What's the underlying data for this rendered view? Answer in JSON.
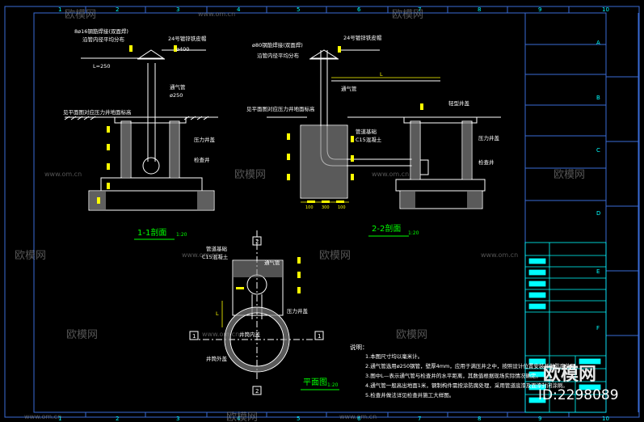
{
  "colors": {
    "background": "#000000",
    "frame": "#3a6bd6",
    "wall": "#ffffff",
    "dim": "#ffff00",
    "title": "#00ff00",
    "table": "#00ffff"
  },
  "frame": {
    "columns_top": [
      "1",
      "2",
      "3",
      "4",
      "5",
      "6",
      "7",
      "8",
      "9",
      "10"
    ],
    "columns_bottom": [
      "1",
      "2",
      "3",
      "4",
      "5",
      "6",
      "7",
      "8",
      "9",
      "10"
    ],
    "rows": [
      "A",
      "B",
      "C",
      "D",
      "E",
      "F"
    ]
  },
  "section1": {
    "label_pipe": "8ø16钢筋焊接(双面焊)",
    "label_pipe2": "沿管内径平均分布",
    "label_cap": "24号镀锌铁皮帽",
    "label_cap_dim": "ø400",
    "label_vent": "通气管",
    "label_vent_dim": "ø250",
    "label_floor": "见平面图对应压力井地面标高",
    "label_pressure_well": "压力井盖",
    "label_check_well": "检查井",
    "left_dim": "L=250",
    "title": "1-1剖面",
    "scale": "1:20"
  },
  "section2": {
    "label_pipe": "ø80钢筋焊接(双面焊)",
    "label_pipe2": "沿管内径平均分布",
    "label_cap": "24号镀锌铁皮帽",
    "label_vent": "通气管",
    "label_floor": "见平面图对应压力井地面标高",
    "label_well_cover": "轻型井盖",
    "label_concrete": "管道基础",
    "label_concrete2": "C15混凝土",
    "label_pressure_well": "压力井盖",
    "label_check_well": "检查井",
    "dim_L": "L",
    "dims_bottom": [
      "100",
      "300",
      "100"
    ],
    "title": "2-2剖面",
    "scale": "1:20"
  },
  "plan": {
    "label_base": "管道基础",
    "label_base2": "C15混凝土",
    "label_vent": "通气管",
    "label_pressure_well": "压力井盖",
    "label_well_cover": "井筒内盖",
    "label_well_body": "井筒外盖",
    "mark_1": "1",
    "mark_2": "2",
    "dim_L": "L",
    "title": "平面图",
    "scale": "1:20"
  },
  "notes": {
    "heading": "说明：",
    "items": [
      "1.本图尺寸均以毫米计。",
      "2.通气管选用ø250钢管，壁厚4mm，应用于满压井之中，按照设计位置安装并做防腐处理。",
      "3.图中L—表示通气管与检查井的水平距离，其数值根据现场实际情况确定。",
      "4.通气管一般高出地面1米，钢制构件需按涂防腐处理，采用管道底漆及面漆封闭涂刷。",
      "5.检查井做法详见检查井施工大样图。"
    ]
  },
  "watermark": {
    "brand": "欧模网",
    "url": "www.om.cn",
    "id": "ID:2298089"
  }
}
